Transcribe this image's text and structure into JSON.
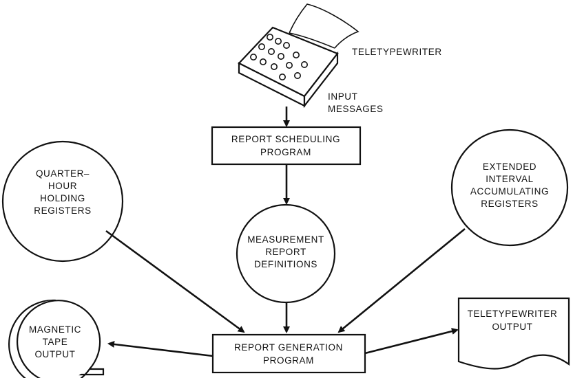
{
  "teletypewriter": {
    "label": "TELETYPEWRITER"
  },
  "input_messages": {
    "line1": "INPUT",
    "line2": "MESSAGES"
  },
  "report_scheduling": {
    "line1": "REPORT SCHEDULING",
    "line2": "PROGRAM"
  },
  "quarter_hour": {
    "line1": "QUARTER–",
    "line2": "HOUR",
    "line3": "HOLDING",
    "line4": "REGISTERS"
  },
  "extended_interval": {
    "line1": "EXTENDED",
    "line2": "INTERVAL",
    "line3": "ACCUMULATING",
    "line4": "REGISTERS"
  },
  "measurement_defs": {
    "line1": "MEASUREMENT",
    "line2": "REPORT",
    "line3": "DEFINITIONS"
  },
  "report_generation": {
    "line1": "REPORT GENERATION",
    "line2": "PROGRAM"
  },
  "magnetic_tape": {
    "line1": "MAGNETIC",
    "line2": "TAPE",
    "line3": "OUTPUT"
  },
  "teletypewriter_output": {
    "line1": "TELETYPEWRITER",
    "line2": "OUTPUT"
  }
}
